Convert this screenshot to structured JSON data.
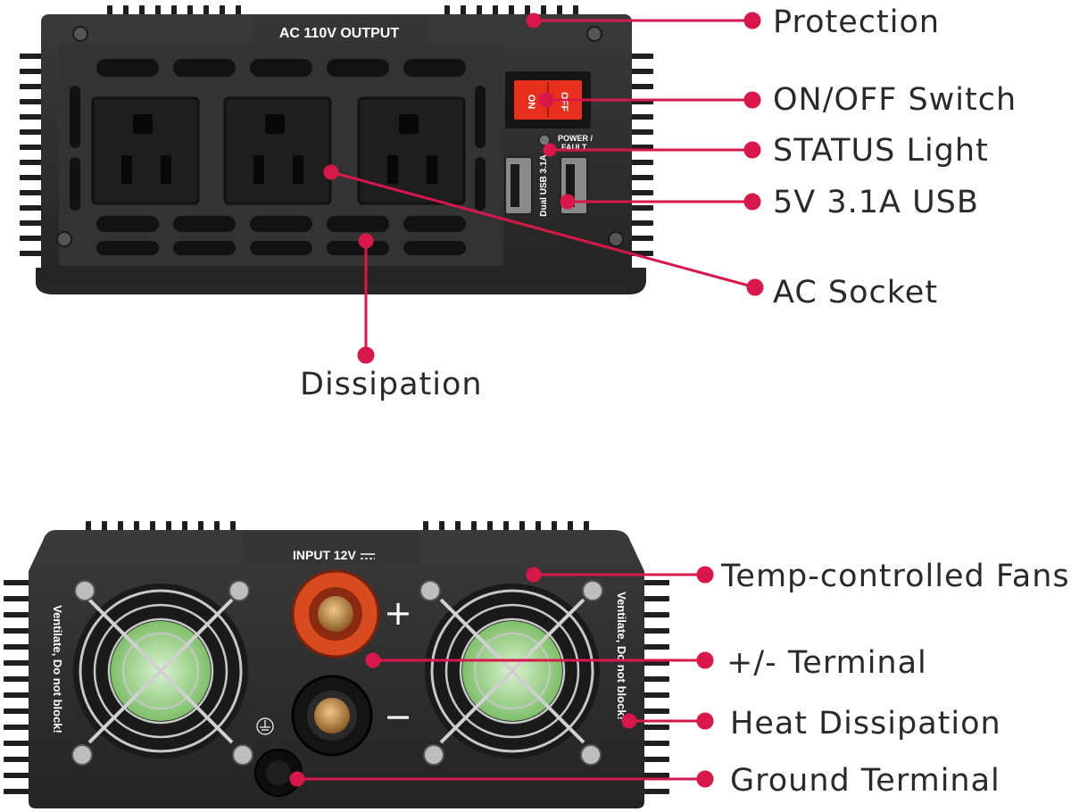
{
  "front_panel": {
    "panel_text": "AC 110V OUTPUT",
    "switch_on": "ON",
    "switch_off": "OFF",
    "status_text_1": "POWER /",
    "status_text_2": "FAULT",
    "usb_text": "Dual USB 3.1A"
  },
  "rear_panel": {
    "panel_text": "INPUT 12V",
    "side_text": "Ventilate, Do not block!",
    "plus_sign": "+",
    "minus_sign": "−"
  },
  "callouts": [
    {
      "id": "protection",
      "text": "Protection"
    },
    {
      "id": "on-off-switch",
      "text": "ON/OFF Switch"
    },
    {
      "id": "status-light",
      "text": "STATUS Light"
    },
    {
      "id": "usb",
      "text": "5V 3.1A USB"
    },
    {
      "id": "ac-socket",
      "text": "AC Socket"
    },
    {
      "id": "dissipation",
      "text": "Dissipation"
    },
    {
      "id": "temp-fans",
      "text": "Temp-controlled Fans"
    },
    {
      "id": "terminal",
      "text": "+/- Terminal"
    },
    {
      "id": "heat-dissipation",
      "text": "Heat Dissipation"
    },
    {
      "id": "ground-terminal",
      "text": "Ground Terminal"
    }
  ],
  "colors": {
    "callout": "#d8174a",
    "body": "#2c2c2c",
    "fin": "#1f1f1f",
    "switch": "#e8301f",
    "terminal_red": "#d84b1f",
    "brass": "#c9934a"
  }
}
